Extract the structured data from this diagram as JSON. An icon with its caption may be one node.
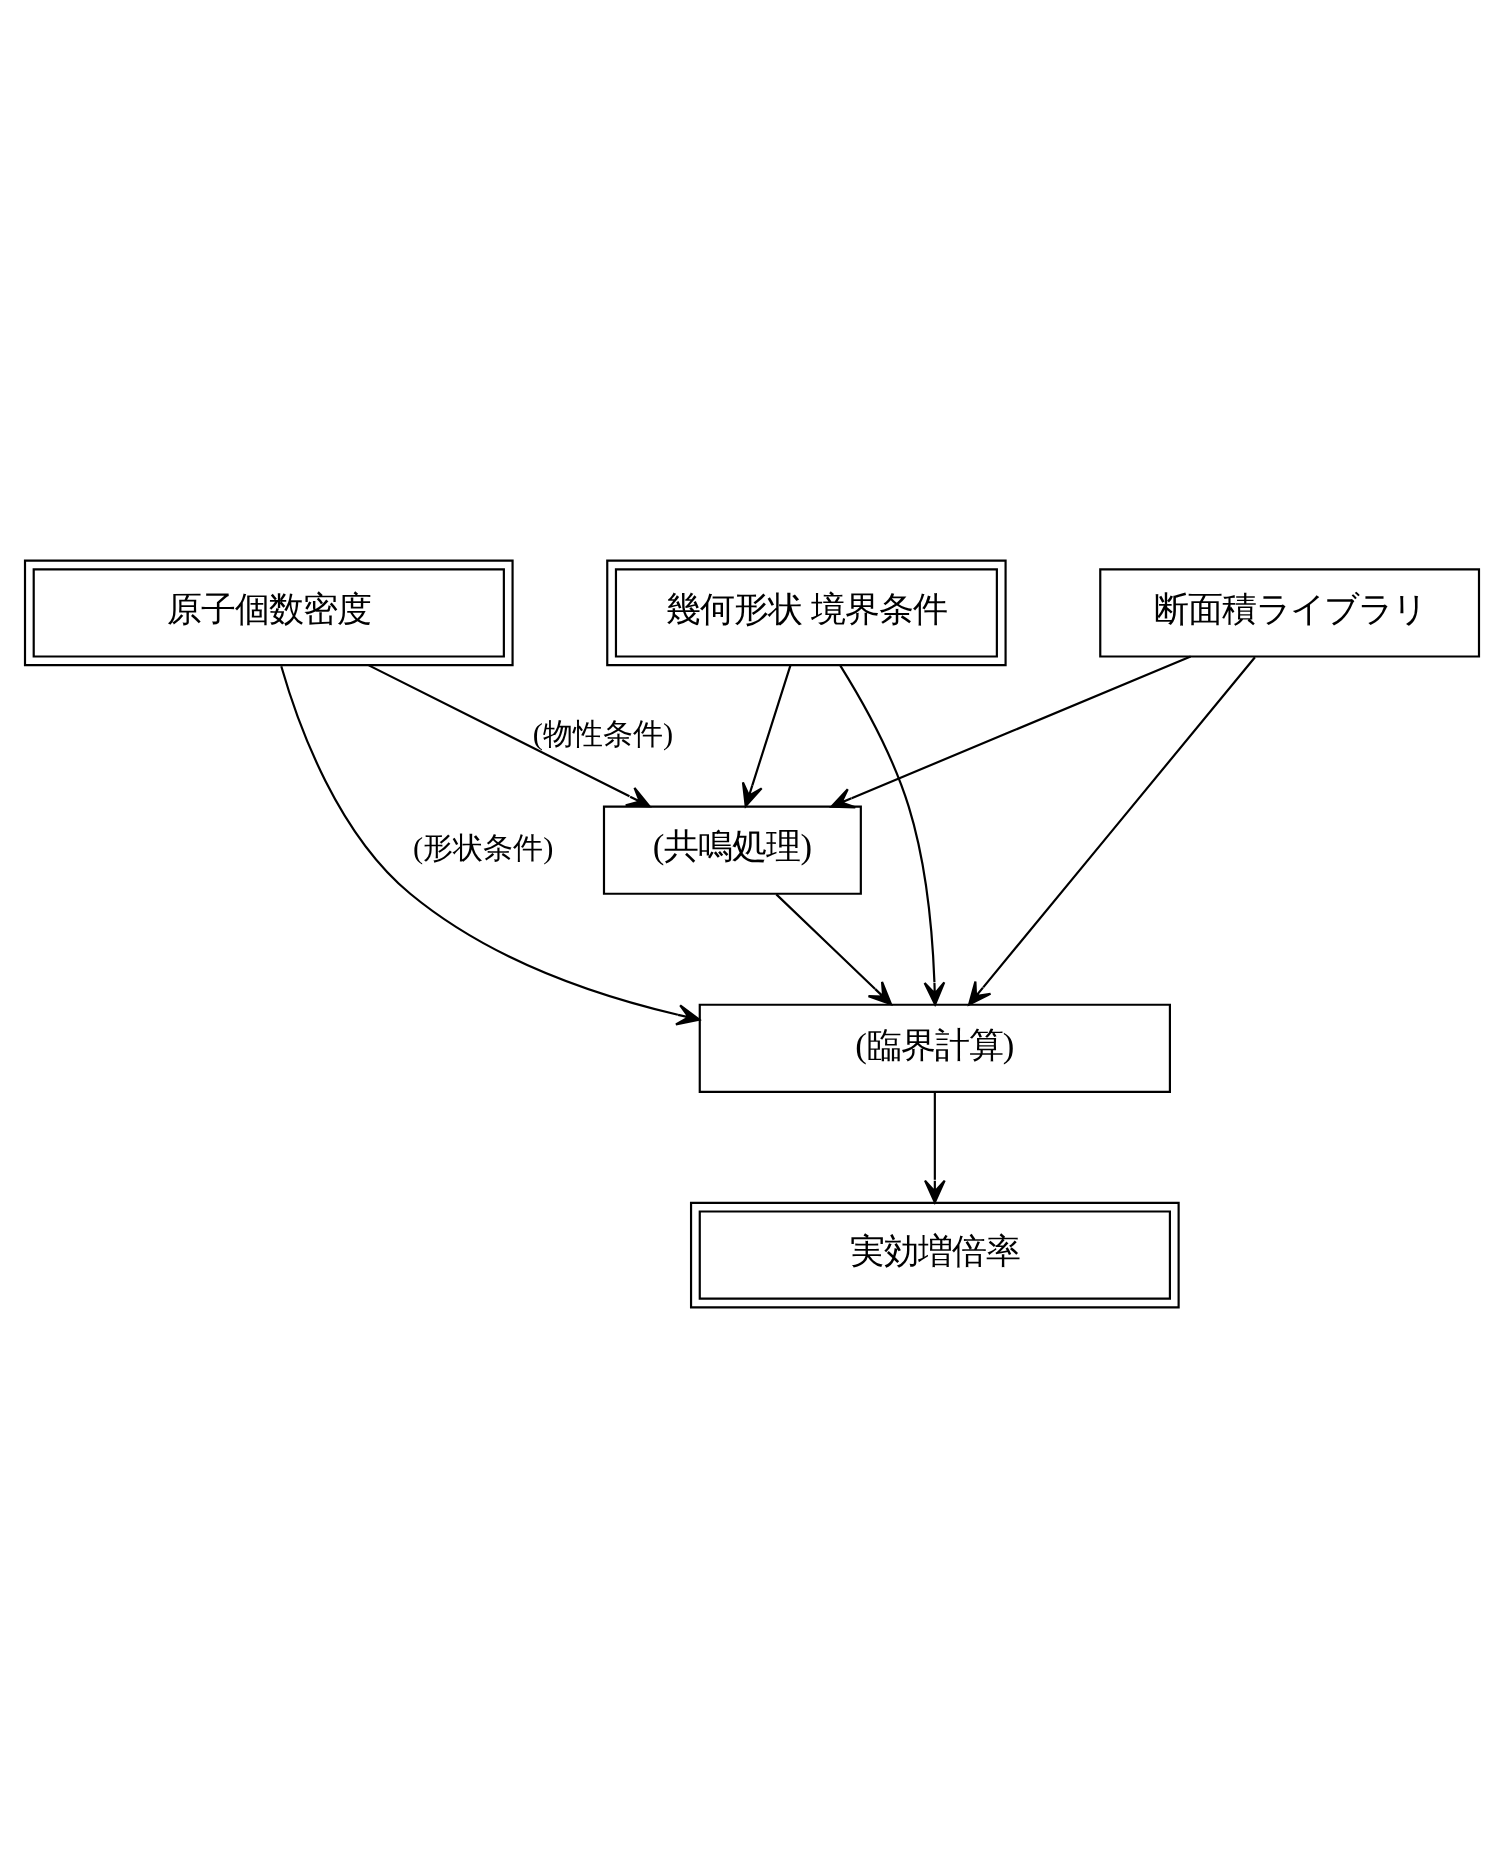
{
  "diagram": {
    "nodes": [
      {
        "text": [
          "原子個数密度"
        ]
      },
      {
        "text": [
          "断面積ライブラリ"
        ]
      },
      {
        "text": [
          "幾何形状 境界条件"
        ]
      },
      {
        "text": [
          "(共鳴処理)"
        ]
      },
      {
        "text": [
          "(臨界計算)"
        ]
      },
      {
        "text": [
          "実効増倍率"
        ]
      }
    ],
    "edges": [
      {
        "from": 0,
        "to": 4,
        "arrow": "to",
        "label": "(形状条件)"
      },
      {
        "from": 0,
        "to": 3,
        "arrow": "to",
        "label": "(物性条件)"
      },
      {
        "from": 1,
        "to": 4,
        "arrow": "to"
      },
      {
        "from": 1,
        "to": 3,
        "arrow": "to"
      },
      {
        "from": 2,
        "to": 4,
        "arrow": "to"
      },
      {
        "from": 2,
        "to": 3,
        "arrow": "to"
      },
      {
        "from": 3,
        "to": 4,
        "arrow": "to"
      },
      {
        "from": 4,
        "to": 5,
        "arrow": "to"
      }
    ]
  }
}
